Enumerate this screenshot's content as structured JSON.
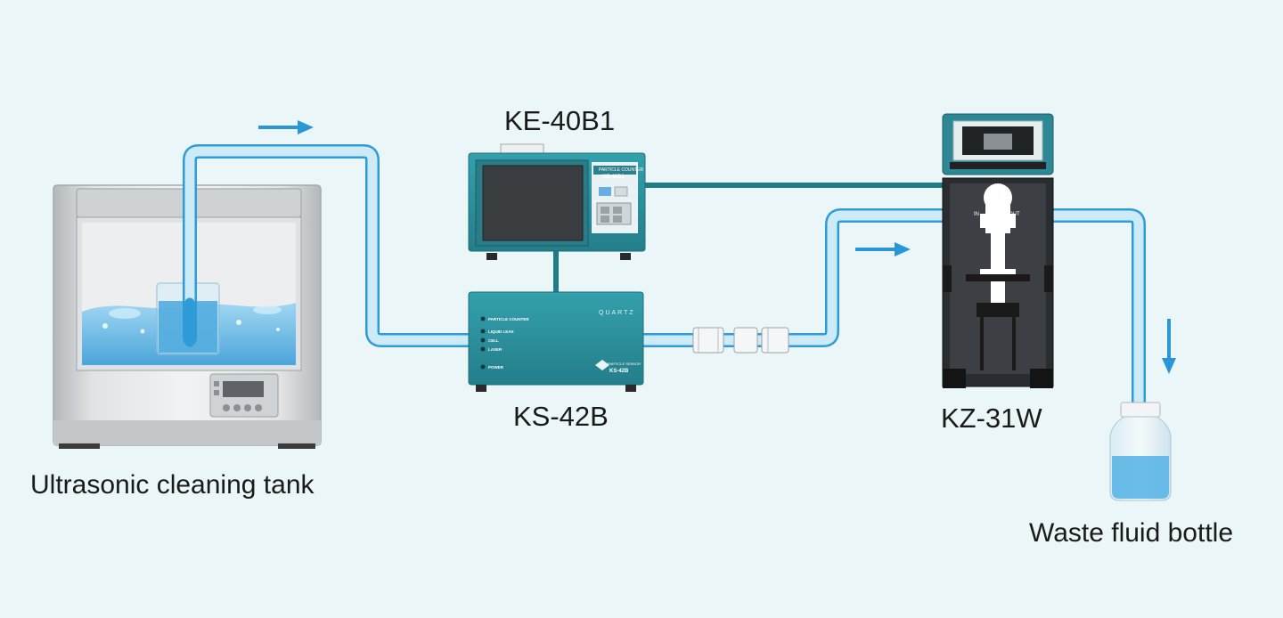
{
  "labels": {
    "tank": "Ultrasonic cleaning tank",
    "ke": "KE-40B1",
    "ks": "KS-42B",
    "kz": "KZ-31W",
    "bottle": "Waste fluid bottle"
  },
  "ks_panel": {
    "brand": "QUARTZ",
    "lines": [
      "PARTICLE COUNTER",
      "LIQUID LEAK",
      "CELL",
      "LASER",
      "POWER"
    ],
    "model_badge": "KS-42B",
    "sub_badge": "PARTICLE SENSOR"
  },
  "ke_panel": {
    "model_badge": "KE-40B1",
    "sub_badge": "PARTICLE COUNTER"
  },
  "kz_panel": {
    "in_label": "IN",
    "out_label": "OUT"
  },
  "colors": {
    "background": "#eaf6f8",
    "device_teal": "#2a8f9c",
    "tube_light": "#cfeaf6",
    "tube_edge": "#3aa0d8",
    "arrow": "#2a96d8",
    "water": "#59b6e6"
  },
  "icons": [
    "flow-arrow-icon"
  ]
}
